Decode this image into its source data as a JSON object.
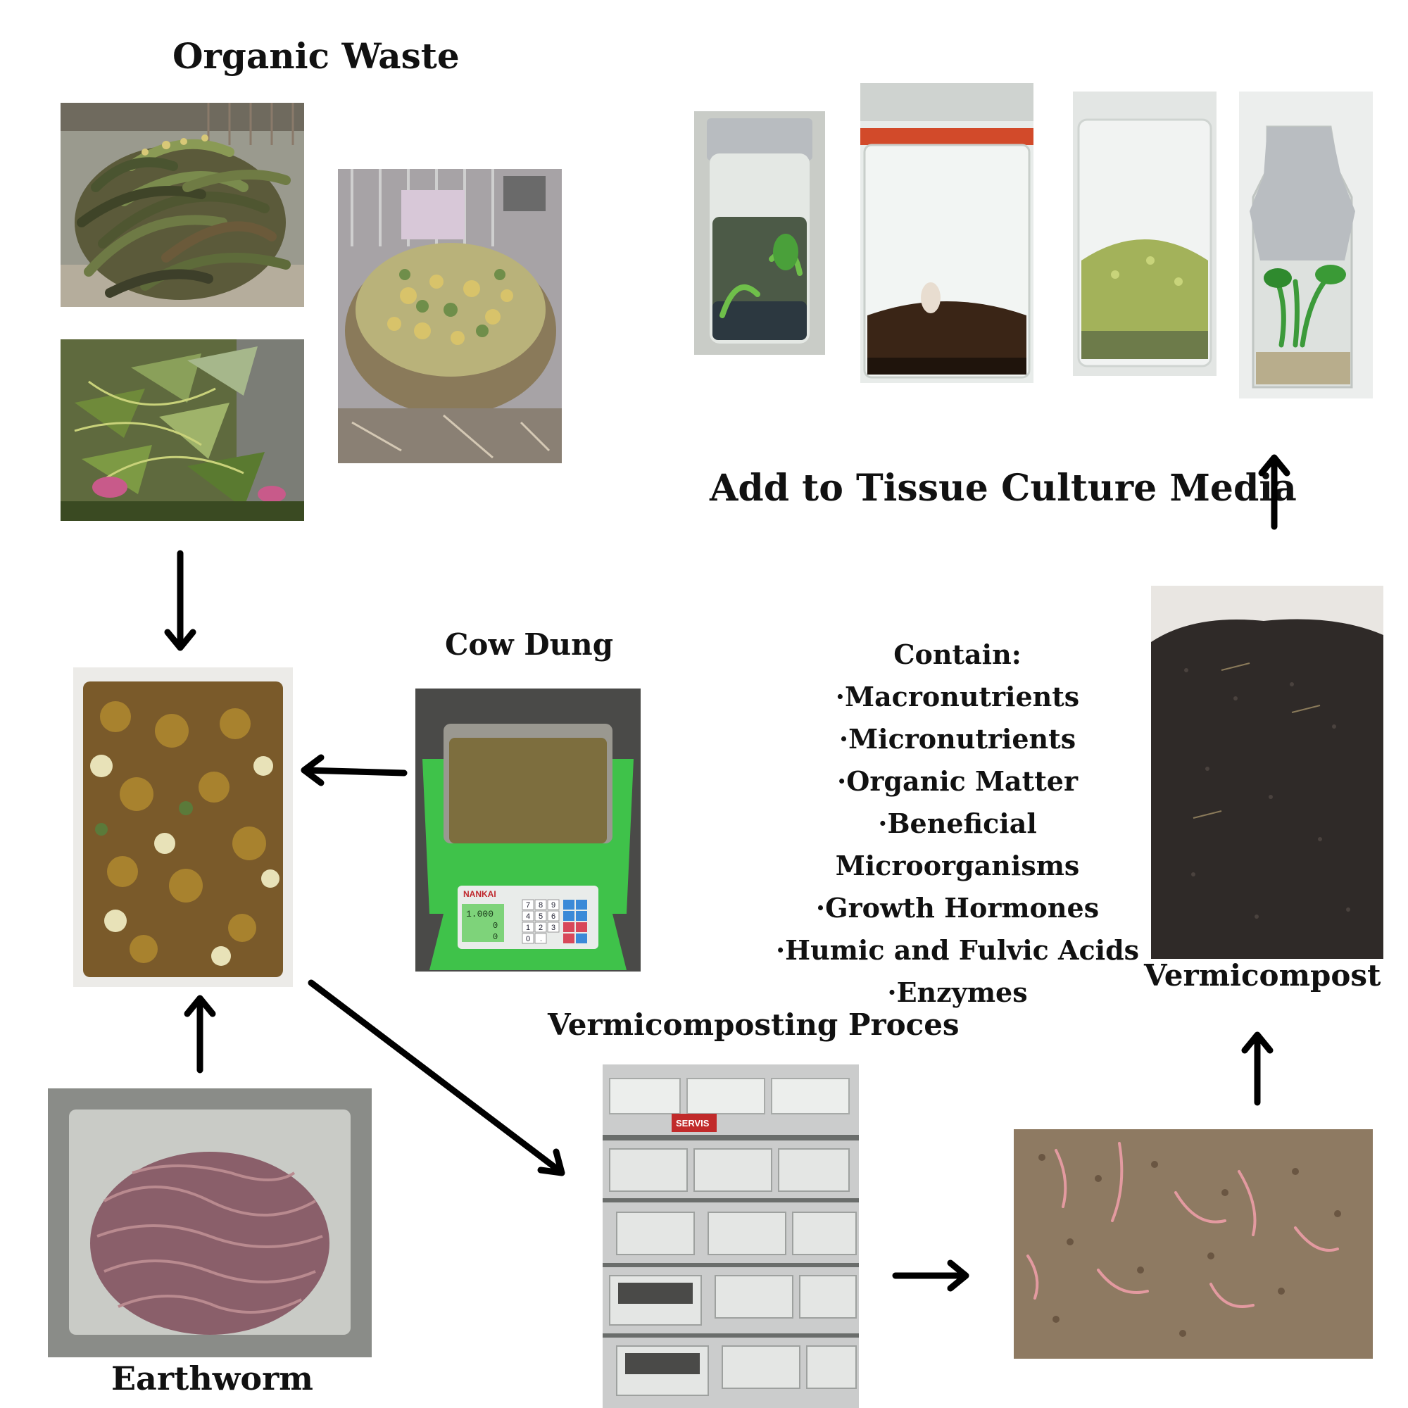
{
  "labels": {
    "organic_waste": "Organic Waste",
    "cow_dung": "Cow Dung",
    "earthworm": "Earthworm",
    "vermicomposting_process": "Vermicomposting Proces",
    "vermicompost": "Vermicompost",
    "tissue_culture": "Add to Tissue Culture Media"
  },
  "contains": {
    "heading": "Contain:",
    "items": [
      "Macronutrients",
      "Micronutrients",
      "Organic Matter",
      "Beneficial Microorganisms",
      "Growth Hormones",
      "Humic and Fulvic Acids",
      "Enzymes"
    ]
  },
  "scale_display": {
    "brand": "NANKAI",
    "weight": "1.000",
    "price": "0",
    "total": "0",
    "keys": [
      "7",
      "8",
      "9",
      "4",
      "5",
      "6",
      "1",
      "2",
      "3",
      "0",
      "."
    ]
  },
  "tray_sign_text": "SERVIS"
}
